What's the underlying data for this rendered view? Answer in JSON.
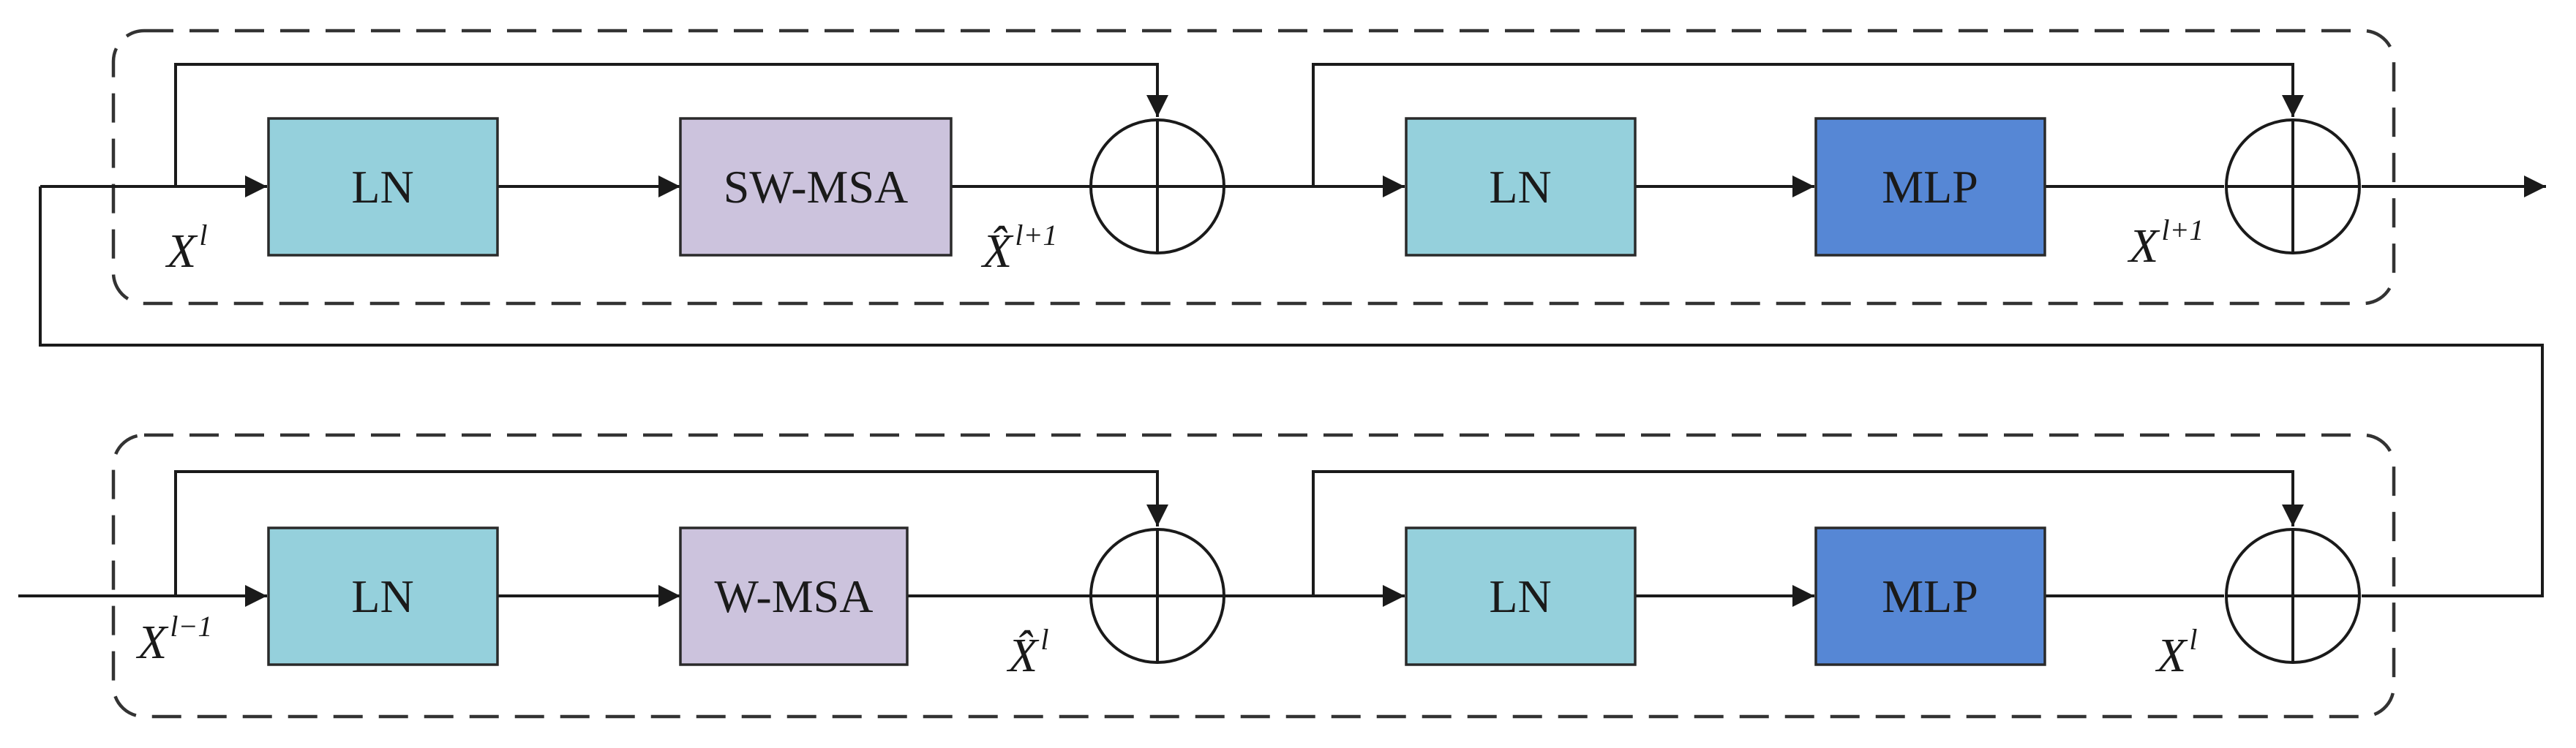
{
  "colors": {
    "ln": "#95d0dc",
    "sw_msa": "#ccc3dd",
    "w_msa": "#ccc3dd",
    "mlp": "#5687d5",
    "stroke": "#1a1a1a"
  },
  "top_block": {
    "ln1": "LN",
    "attn": "SW-MSA",
    "ln2": "LN",
    "mlp": "MLP",
    "in_var": "X",
    "in_sup": "l",
    "mid_var": "X̂",
    "mid_sup": "l+1",
    "out_var": "X",
    "out_sup": "l+1"
  },
  "bottom_block": {
    "ln1": "LN",
    "attn": "W-MSA",
    "ln2": "LN",
    "mlp": "MLP",
    "in_var": "X",
    "in_sup": "l−1",
    "mid_var": "X̂",
    "mid_sup": "l",
    "out_var": "X",
    "out_sup": "l"
  }
}
